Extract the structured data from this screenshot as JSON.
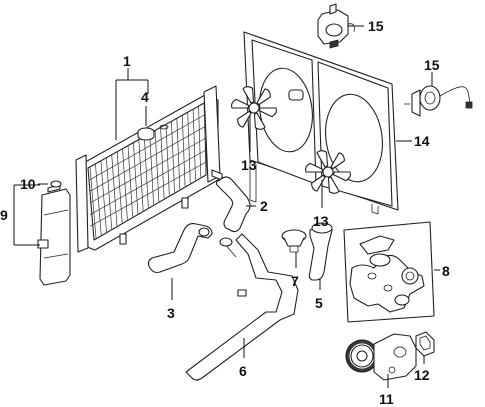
{
  "callouts": {
    "c1": "1",
    "c2": "2",
    "c3": "3",
    "c4": "4",
    "c5": "5",
    "c6": "6",
    "c7": "7",
    "c8": "8",
    "c9": "9",
    "c10": "10",
    "c11": "11",
    "c12": "12",
    "c13a": "13",
    "c13b": "13",
    "c14": "14",
    "c15a": "15",
    "c15b": "15"
  },
  "colors": {
    "line": "#222222",
    "background": "#ffffff"
  }
}
